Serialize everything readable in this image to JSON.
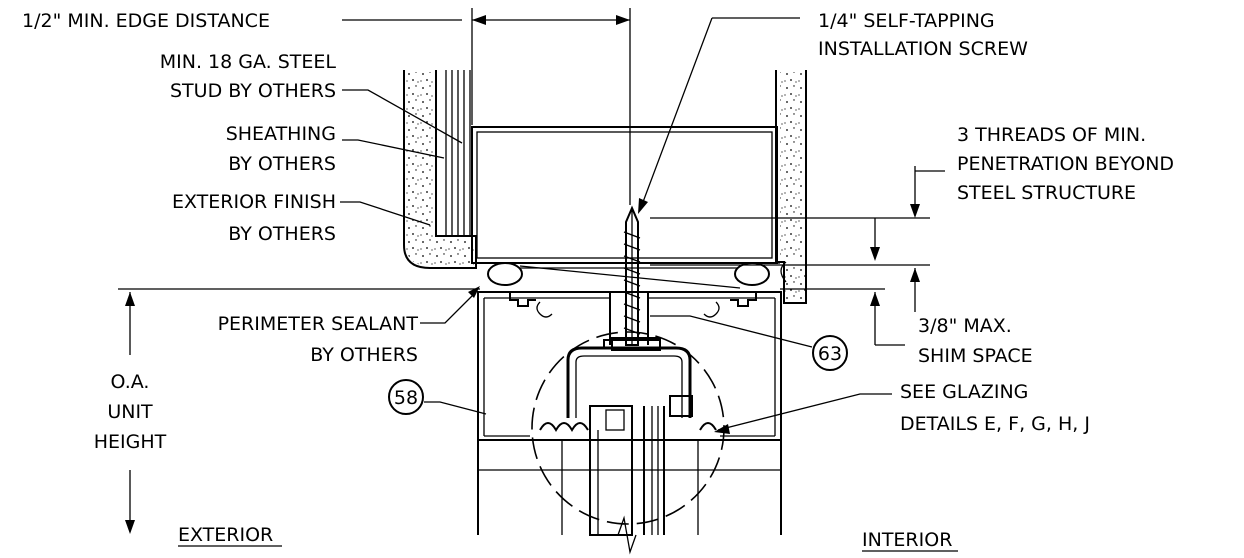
{
  "labels": {
    "edge_distance": "1/2\" MIN. EDGE DISTANCE",
    "screw_line1": "1/4\" SELF-TAPPING",
    "screw_line2": "INSTALLATION SCREW",
    "stud_line1": "MIN. 18 GA. STEEL",
    "stud_line2": "STUD BY OTHERS",
    "sheathing_line1": "SHEATHING",
    "sheathing_line2": "BY OTHERS",
    "finish_line1": "EXTERIOR FINISH",
    "finish_line2": "BY OTHERS",
    "threads_line1": "3 THREADS OF MIN.",
    "threads_line2": "PENETRATION BEYOND",
    "threads_line3": "STEEL STRUCTURE",
    "sealant_line1": "PERIMETER SEALANT",
    "sealant_line2": "BY OTHERS",
    "shim_line1": "3/8\" MAX.",
    "shim_line2": "SHIM SPACE",
    "glazing_line1": "SEE GLAZING",
    "glazing_line2": "DETAILS E, F, G, H, J",
    "oa_line1": "O.A.",
    "oa_line2": "UNIT",
    "oa_line3": "HEIGHT",
    "exterior": "EXTERIOR",
    "interior": "INTERIOR"
  },
  "callouts": {
    "part_63": "63",
    "part_58": "58"
  }
}
